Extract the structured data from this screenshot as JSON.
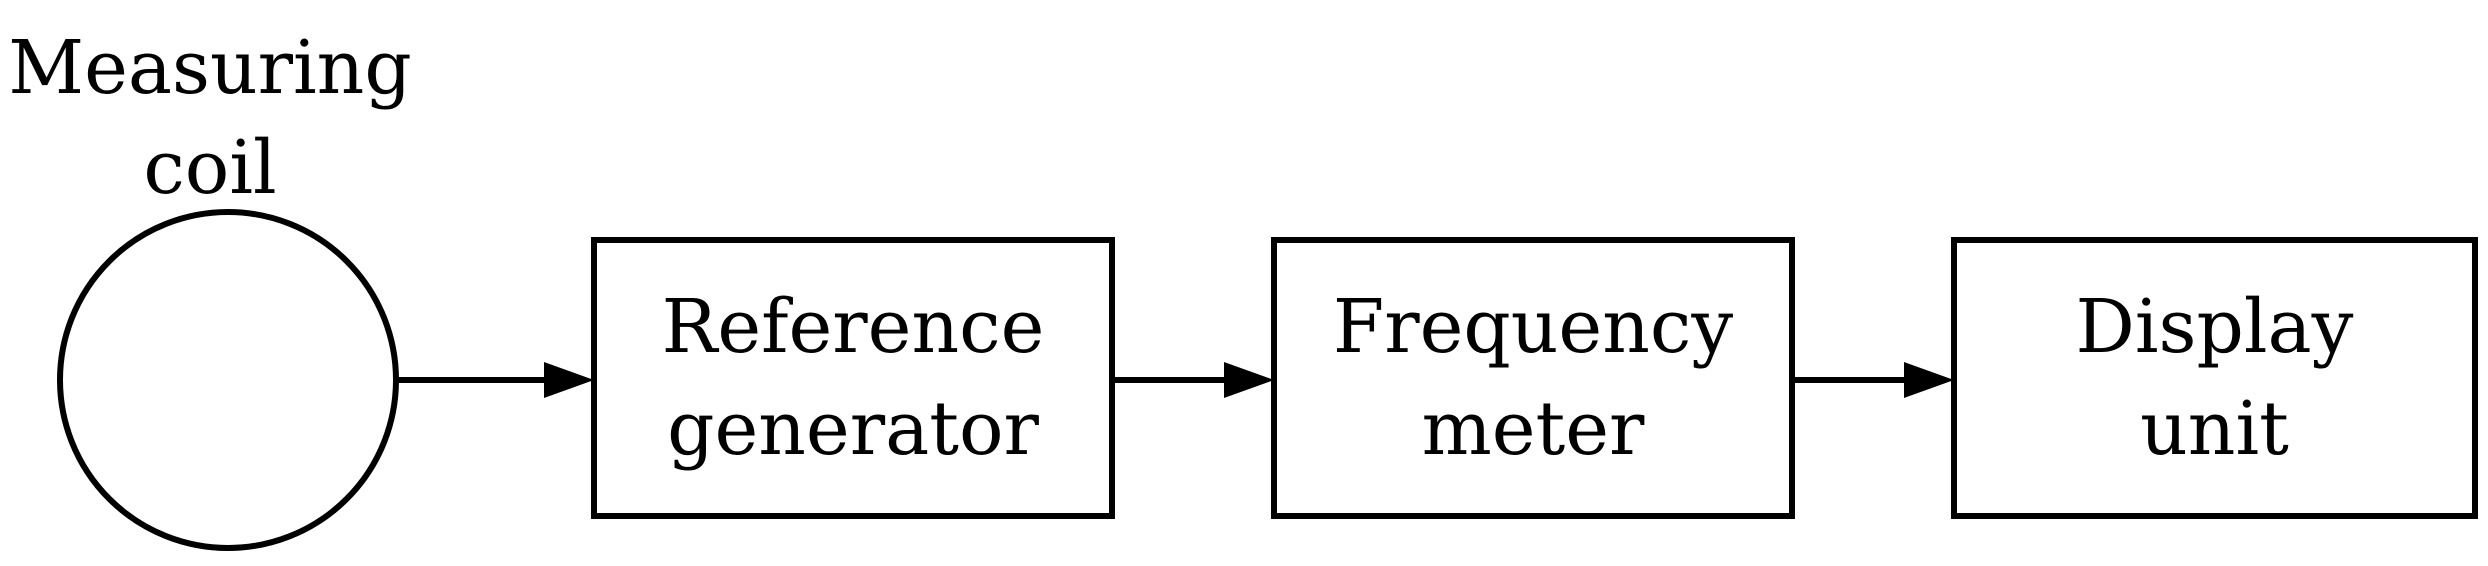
{
  "measuring_coil": {
    "label_line1": "Measuring",
    "label_line2": "coil"
  },
  "blocks": [
    {
      "line1": "Reference",
      "line2": "generator"
    },
    {
      "line1": "Frequency",
      "line2": "meter"
    },
    {
      "line1": "Display",
      "line2": "unit"
    }
  ]
}
